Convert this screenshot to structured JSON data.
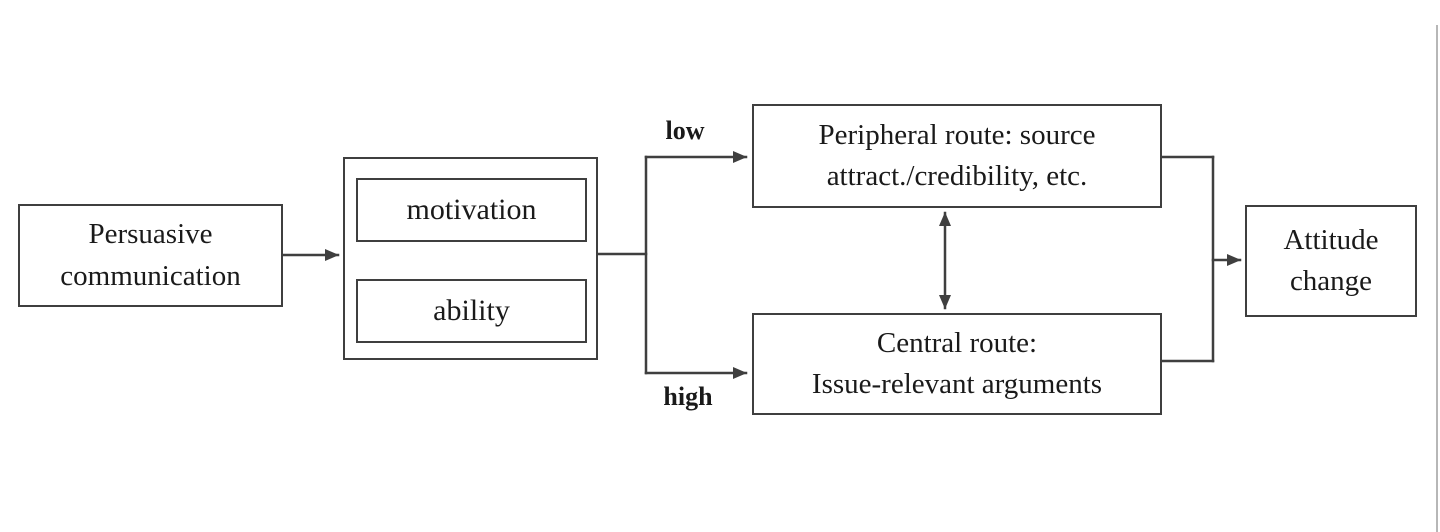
{
  "diagram": {
    "nodes": {
      "persuasive": {
        "lines": [
          "Persuasive",
          "communication"
        ]
      },
      "motivation": {
        "label": "motivation"
      },
      "ability": {
        "label": "ability"
      },
      "peripheral": {
        "lines": [
          "Peripheral route: source",
          "attract./credibility, etc."
        ]
      },
      "central": {
        "lines": [
          "Central route:",
          "Issue-relevant arguments"
        ]
      },
      "attitude": {
        "lines": [
          "Attitude",
          "change"
        ]
      }
    },
    "edge_labels": {
      "low": "low",
      "high": "high"
    },
    "colors": {
      "line": "#3f3f3f",
      "box_border": "#3f3f3f",
      "text": "#1a1a1a",
      "background": "#ffffff",
      "page_edge": "#b7b7b7"
    }
  }
}
